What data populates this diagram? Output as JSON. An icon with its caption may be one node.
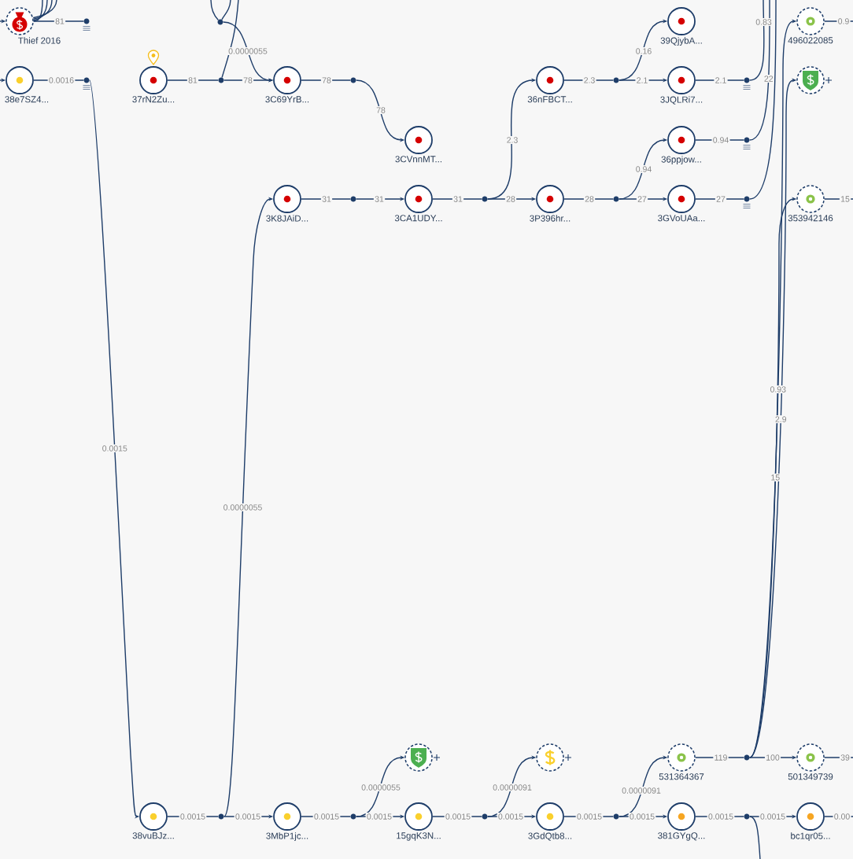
{
  "diagram": {
    "nodes": [
      {
        "text": [
          "Thief 2016"
        ]
      },
      {
        "text": [
          "38e7SZ4..."
        ]
      },
      {
        "text": [
          "37rN2Zu..."
        ]
      },
      {
        "text": [
          "3C69YrB..."
        ]
      },
      {
        "text": [
          "3CVnnMT..."
        ]
      },
      {
        "text": [
          "3K8JAiD..."
        ]
      },
      {
        "text": [
          "3CA1UDY..."
        ]
      },
      {
        "text": [
          "36nFBCT..."
        ]
      },
      {
        "text": [
          "3P396hr..."
        ]
      },
      {
        "text": [
          "39QjybA..."
        ]
      },
      {
        "text": [
          "3JQLRi7..."
        ]
      },
      {
        "text": [
          "36ppjow..."
        ]
      },
      {
        "text": [
          "3GVoUAa..."
        ]
      },
      {
        "text": [
          "496022085"
        ]
      },
      {
        "text": [],
        "shape": "circle"
      },
      {
        "text": [
          "353942146"
        ]
      },
      {
        "text": [
          "38vuBJz..."
        ]
      },
      {
        "text": [
          "3MbP1jc..."
        ]
      },
      {
        "text": [
          "15gqK3N..."
        ]
      },
      {
        "text": [],
        "shape": "circle"
      },
      {
        "text": [
          "3GdQtb8..."
        ]
      },
      {
        "text": [],
        "shape": "circle"
      },
      {
        "text": [
          "381GYgQ..."
        ]
      },
      {
        "text": [
          "531364367"
        ]
      },
      {
        "text": [
          "501349739"
        ]
      },
      {
        "text": [
          "bc1qr05..."
        ]
      },
      {
        "text": [],
        "shape": "dot"
      },
      {
        "text": [],
        "shape": "dot"
      },
      {
        "text": [],
        "shape": "dot"
      },
      {
        "text": [],
        "shape": "dot"
      },
      {
        "text": [],
        "shape": "dot"
      },
      {
        "text": [],
        "shape": "dot"
      },
      {
        "text": [],
        "shape": "dot"
      },
      {
        "text": [],
        "shape": "dot"
      },
      {
        "text": [],
        "shape": "dot"
      },
      {
        "text": [],
        "shape": "dot"
      },
      {
        "text": [],
        "shape": "dot"
      },
      {
        "text": [],
        "shape": "dot"
      },
      {
        "text": [],
        "shape": "dot"
      },
      {
        "text": [],
        "shape": "dot"
      },
      {
        "text": [],
        "shape": "dot"
      },
      {
        "text": [],
        "shape": "dot"
      },
      {
        "text": [],
        "shape": "dot"
      },
      {
        "text": [],
        "shape": "dot"
      }
    ],
    "edges": [
      {
        "from": null,
        "to": 0,
        "arrow": "to"
      },
      {
        "from": 0,
        "to": null,
        "arrow": "none"
      },
      {
        "from": 0,
        "to": null,
        "arrow": "none"
      },
      {
        "from": 0,
        "to": null,
        "arrow": "none"
      },
      {
        "from": 0,
        "to": null,
        "arrow": "none"
      },
      {
        "from": 0,
        "to": 26,
        "arrow": "none",
        "label": "81"
      },
      {
        "from": null,
        "to": 1,
        "arrow": "to"
      },
      {
        "from": 1,
        "to": 27,
        "arrow": "none",
        "label": "0.0016"
      },
      {
        "from": 27,
        "to": 16,
        "arrow": "to",
        "label": "0.0015"
      },
      {
        "from": 2,
        "to": 29,
        "arrow": "none",
        "label": "81"
      },
      {
        "from": 29,
        "to": 3,
        "arrow": "to",
        "label": "78"
      },
      {
        "from": 29,
        "to": null,
        "arrow": "none"
      },
      {
        "from": null,
        "to": 28,
        "arrow": "none"
      },
      {
        "from": null,
        "to": 28,
        "arrow": "none"
      },
      {
        "from": 28,
        "to": 3,
        "arrow": "to",
        "label": "0.0000055"
      },
      {
        "from": 3,
        "to": 30,
        "arrow": "none",
        "label": "78"
      },
      {
        "from": 30,
        "to": 4,
        "arrow": "to",
        "label": "78"
      },
      {
        "from": 5,
        "to": 31,
        "arrow": "none",
        "label": "31"
      },
      {
        "from": 31,
        "to": 6,
        "arrow": "to",
        "label": "31"
      },
      {
        "from": 6,
        "to": 32,
        "arrow": "none",
        "label": "31"
      },
      {
        "from": 32,
        "to": 7,
        "arrow": "to",
        "label": "2.3"
      },
      {
        "from": 32,
        "to": 8,
        "arrow": "to",
        "label": "28"
      },
      {
        "from": 7,
        "to": 33,
        "arrow": "none",
        "label": "2.3"
      },
      {
        "from": 33,
        "to": 9,
        "arrow": "to",
        "label": "0.16"
      },
      {
        "from": 33,
        "to": 10,
        "arrow": "to",
        "label": "2.1"
      },
      {
        "from": 8,
        "to": 34,
        "arrow": "none",
        "label": "28"
      },
      {
        "from": 34,
        "to": 11,
        "arrow": "to",
        "label": "0.94"
      },
      {
        "from": 34,
        "to": 12,
        "arrow": "to",
        "label": "27"
      },
      {
        "from": 10,
        "to": 35,
        "arrow": "none",
        "label": "2.1"
      },
      {
        "from": 11,
        "to": 36,
        "arrow": "none",
        "label": "0.94"
      },
      {
        "from": 12,
        "to": 37,
        "arrow": "none",
        "label": "27"
      },
      {
        "from": 35,
        "to": null,
        "arrow": "none",
        "label": "0.83"
      },
      {
        "from": 36,
        "to": null,
        "arrow": "none",
        "label": "22"
      },
      {
        "from": 37,
        "to": null,
        "arrow": "none"
      },
      {
        "from": 38,
        "to": 13,
        "arrow": "to",
        "label": "0.93"
      },
      {
        "from": 38,
        "to": 14,
        "arrow": "to",
        "label": "2.9"
      },
      {
        "from": 38,
        "to": 15,
        "arrow": "to",
        "label": "15"
      },
      {
        "from": 13,
        "to": null,
        "arrow": "none",
        "label": "0.9"
      },
      {
        "from": 15,
        "to": null,
        "arrow": "none",
        "label": "15"
      },
      {
        "from": 16,
        "to": 39,
        "arrow": "none",
        "label": "0.0015"
      },
      {
        "from": 39,
        "to": 17,
        "arrow": "to",
        "label": "0.0015"
      },
      {
        "from": 39,
        "to": 5,
        "arrow": "to",
        "label": "0.0000055"
      },
      {
        "from": 17,
        "to": 40,
        "arrow": "none",
        "label": "0.0015"
      },
      {
        "from": 40,
        "to": 19,
        "arrow": "to",
        "label": "0.0000055"
      },
      {
        "from": 40,
        "to": 18,
        "arrow": "to",
        "label": "0.0015"
      },
      {
        "from": 18,
        "to": 41,
        "arrow": "none",
        "label": "0.0015"
      },
      {
        "from": 41,
        "to": 21,
        "arrow": "to",
        "label": "0.0000091"
      },
      {
        "from": 41,
        "to": 20,
        "arrow": "to",
        "label": "0.0015"
      },
      {
        "from": 20,
        "to": 42,
        "arrow": "none",
        "label": "0.0015"
      },
      {
        "from": 42,
        "to": 23,
        "arrow": "to",
        "label": "0.0000091"
      },
      {
        "from": 42,
        "to": 22,
        "arrow": "to",
        "label": "0.0015"
      },
      {
        "from": 23,
        "to": 38,
        "arrow": "none",
        "label": "119"
      },
      {
        "from": 38,
        "to": 24,
        "arrow": "to",
        "label": "100"
      },
      {
        "from": 24,
        "to": null,
        "arrow": "none",
        "label": "39"
      },
      {
        "from": 22,
        "to": 43,
        "arrow": "none",
        "label": "0.0015"
      },
      {
        "from": 43,
        "to": 25,
        "arrow": "to",
        "label": "0.0015"
      },
      {
        "from": 43,
        "to": null,
        "arrow": "none"
      },
      {
        "from": 25,
        "to": null,
        "arrow": "none",
        "label": "0.00"
      }
    ]
  }
}
